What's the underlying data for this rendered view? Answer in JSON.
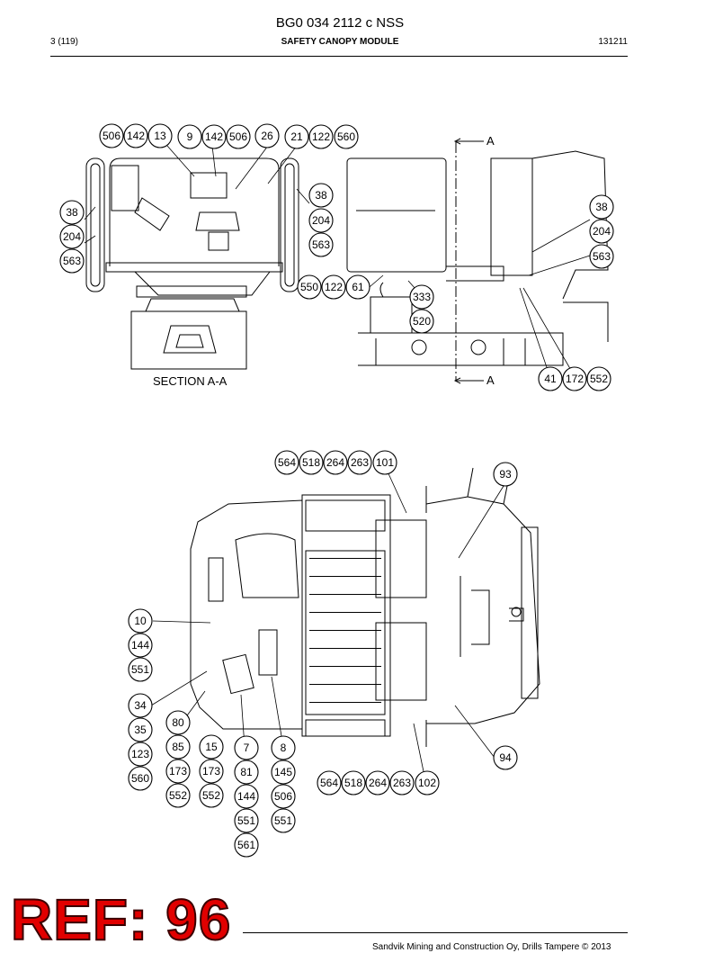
{
  "header": {
    "doc_title": "BG0 034 2112 c NSS",
    "page": "3 (119)",
    "module": "SAFETY CANOPY MODULE",
    "date": "131211"
  },
  "section_label": "SECTION A-A",
  "section_marker": "A",
  "balloons": {
    "top_row": [
      "506",
      "142",
      "13",
      "9",
      "142",
      "506",
      "26",
      "21",
      "122",
      "560"
    ],
    "top_left_stack": [
      "38",
      "204",
      "563"
    ],
    "top_mid_stack": [
      "38",
      "204",
      "563"
    ],
    "top_right_stack": [
      "38",
      "204",
      "563"
    ],
    "top_bottom_mid": [
      "550",
      "122",
      "61"
    ],
    "top_333": "333",
    "top_520": "520",
    "top_bottom_right": [
      "41",
      "172",
      "552"
    ],
    "plan_top": [
      "564",
      "518",
      "264",
      "263",
      "101"
    ],
    "plan_93": "93",
    "plan_left_a": [
      "10",
      "144",
      "551"
    ],
    "plan_left_b": [
      "34",
      "35",
      "123",
      "560"
    ],
    "plan_80": "80",
    "plan_col_85": [
      "85",
      "173",
      "552"
    ],
    "plan_col_15": [
      "15",
      "173",
      "552"
    ],
    "plan_col_7": [
      "7",
      "81",
      "144",
      "551",
      "561"
    ],
    "plan_col_8": [
      "8",
      "145",
      "506",
      "551"
    ],
    "plan_bottom": [
      "564",
      "518",
      "264",
      "263",
      "102"
    ],
    "plan_94": "94"
  },
  "watermark": "REF: 96",
  "footer": {
    "copyright": "Sandvik Mining and Construction Oy, Drills Tampere © 2013"
  },
  "colors": {
    "watermark_fill": "#e10000",
    "ink": "#000000"
  }
}
